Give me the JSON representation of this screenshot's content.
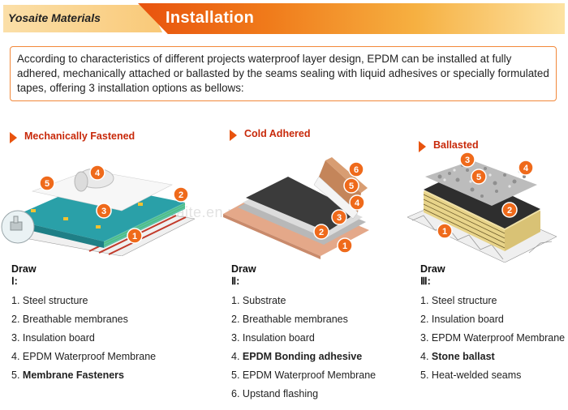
{
  "header": {
    "brand": "Yosaite Materials",
    "title": "Installation"
  },
  "intro": {
    "text": "According to characteristics of different projects waterproof layer design, EPDM can be installed at fully adhered, mechanically attached or ballasted by the seams sealing with liquid adhesives or specially formulated tapes, offering 3 installation options as bellows:"
  },
  "watermark": "yosaite.en.made-in-china.com",
  "colors": {
    "accent": "#e8530e",
    "section_title": "#c8290a",
    "badge": "#ef6a1b"
  },
  "sections": [
    {
      "title": "Mechanically Fastened",
      "draw_label": "Draw Ⅰ:",
      "items": [
        {
          "num": "1.",
          "text": "Steel structure",
          "bold": false
        },
        {
          "num": "2.",
          "text": "Breathable membranes",
          "bold": false
        },
        {
          "num": "3.",
          "text": "Insulation board",
          "bold": false
        },
        {
          "num": "4.",
          "text": "EPDM Waterproof Membrane",
          "bold": false
        },
        {
          "num": "5.",
          "text": "Membrane Fasteners",
          "bold": true
        }
      ],
      "badges": [
        "1",
        "2",
        "3",
        "4",
        "5"
      ]
    },
    {
      "title": "Cold Adhered",
      "draw_label": "Draw Ⅱ:",
      "items": [
        {
          "num": "1.",
          "text": "Substrate",
          "bold": false
        },
        {
          "num": "2.",
          "text": "Breathable membranes",
          "bold": false
        },
        {
          "num": "3.",
          "text": "Insulation board",
          "bold": false
        },
        {
          "num": "4.",
          "text": "EPDM Bonding adhesive",
          "bold": true
        },
        {
          "num": "5.",
          "text": "EPDM Waterproof Membrane",
          "bold": false
        },
        {
          "num": "6.",
          "text": "Upstand flashing",
          "bold": false
        }
      ],
      "badges": [
        "1",
        "2",
        "3",
        "4",
        "5",
        "6"
      ]
    },
    {
      "title": "Ballasted",
      "draw_label": "Draw Ⅲ:",
      "items": [
        {
          "num": "1.",
          "text": "Steel structure",
          "bold": false
        },
        {
          "num": "2.",
          "text": "Insulation board",
          "bold": false
        },
        {
          "num": "3.",
          "text": "EPDM Waterproof Membrane",
          "bold": false
        },
        {
          "num": "4.",
          "text": "Stone ballast",
          "bold": true
        },
        {
          "num": "5.",
          "text": "Heat-welded seams",
          "bold": false
        }
      ],
      "badges": [
        "1",
        "2",
        "3",
        "4",
        "5"
      ]
    }
  ]
}
